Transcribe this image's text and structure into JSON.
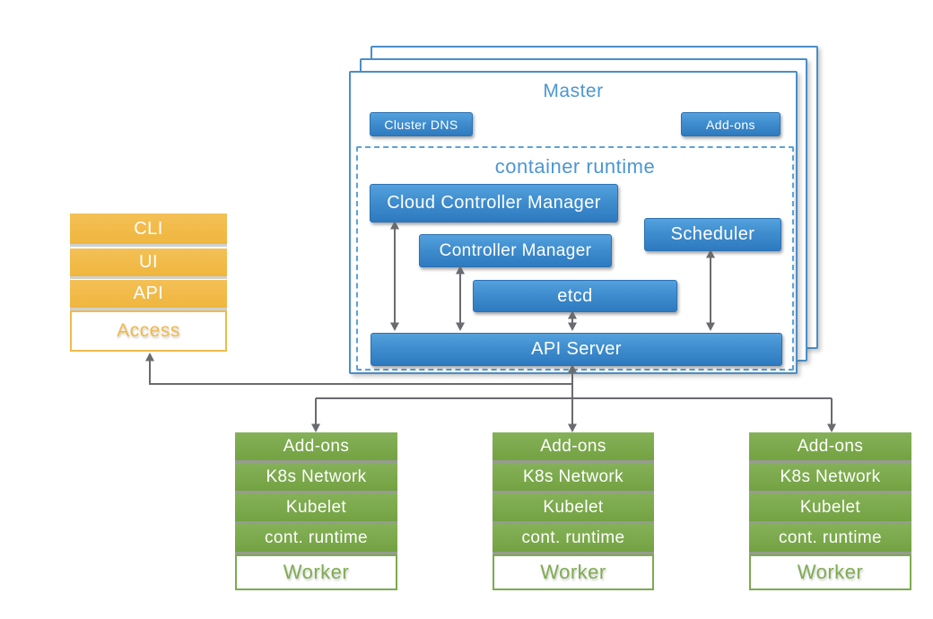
{
  "colors": {
    "blue_component": "#3e8ccd",
    "blue_border": "#4a8ec8",
    "blue_text": "#4c96d2",
    "orange": "#efb63e",
    "green": "#7cab4e",
    "arrow_gray": "#6a6b6e"
  },
  "access_stack": {
    "items": [
      {
        "label": "CLI"
      },
      {
        "label": "UI"
      },
      {
        "label": "API"
      }
    ],
    "footer_label": "Access"
  },
  "master": {
    "title": "Master",
    "cluster_dns_label": "Cluster DNS",
    "addons_label": "Add-ons",
    "container_runtime": {
      "title": "container runtime",
      "cloud_controller_manager": "Cloud Controller Manager",
      "controller_manager": "Controller Manager",
      "scheduler": "Scheduler",
      "etcd": "etcd",
      "api_server": "API Server"
    }
  },
  "workers": [
    {
      "rows": [
        {
          "label": "Add-ons"
        },
        {
          "label": "K8s Network"
        },
        {
          "label": "Kubelet"
        },
        {
          "label": "cont. runtime"
        }
      ],
      "footer_label": "Worker"
    },
    {
      "rows": [
        {
          "label": "Add-ons"
        },
        {
          "label": "K8s Network"
        },
        {
          "label": "Kubelet"
        },
        {
          "label": "cont. runtime"
        }
      ],
      "footer_label": "Worker"
    },
    {
      "rows": [
        {
          "label": "Add-ons"
        },
        {
          "label": "K8s Network"
        },
        {
          "label": "Kubelet"
        },
        {
          "label": "cont. runtime"
        }
      ],
      "footer_label": "Worker"
    }
  ]
}
